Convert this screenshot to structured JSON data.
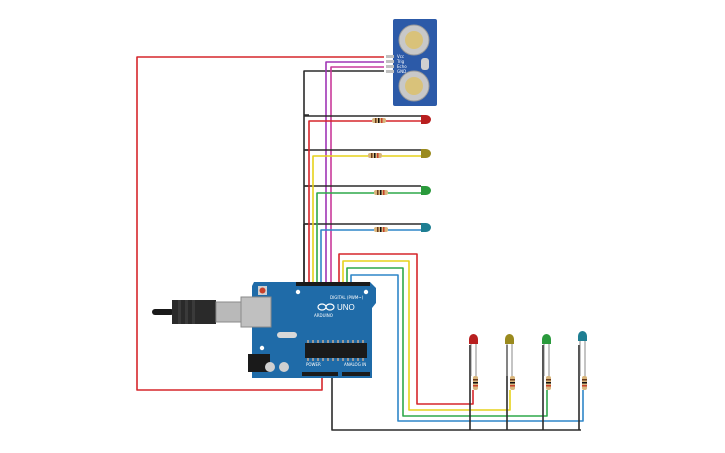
{
  "board": {
    "brand": "UNO",
    "maker": "ARDUINO",
    "digital_label": "DIGITAL (PWM~)",
    "power_label": "POWER",
    "analog_label": "ANALOG IN"
  },
  "sensor": {
    "pins": [
      "Vcc",
      "Trig",
      "Echo",
      "GND"
    ]
  },
  "colors": {
    "wire_red": "#d6262b",
    "wire_yellow": "#e6d21c",
    "wire_green": "#2ea84a",
    "wire_blue": "#2f86c8",
    "wire_purple": "#a035b5",
    "wire_magenta": "#c93a9b",
    "wire_black": "#2b2b2b",
    "board_blue": "#1f6ba8",
    "sensor_blue": "#2c5aa8",
    "led_red": "#b81f1f",
    "led_olive": "#9a8a1e",
    "led_green": "#2a9a3c",
    "led_teal": "#1e7e92"
  },
  "icons": [
    "usb-cable-icon",
    "arduino-logo-icon"
  ]
}
